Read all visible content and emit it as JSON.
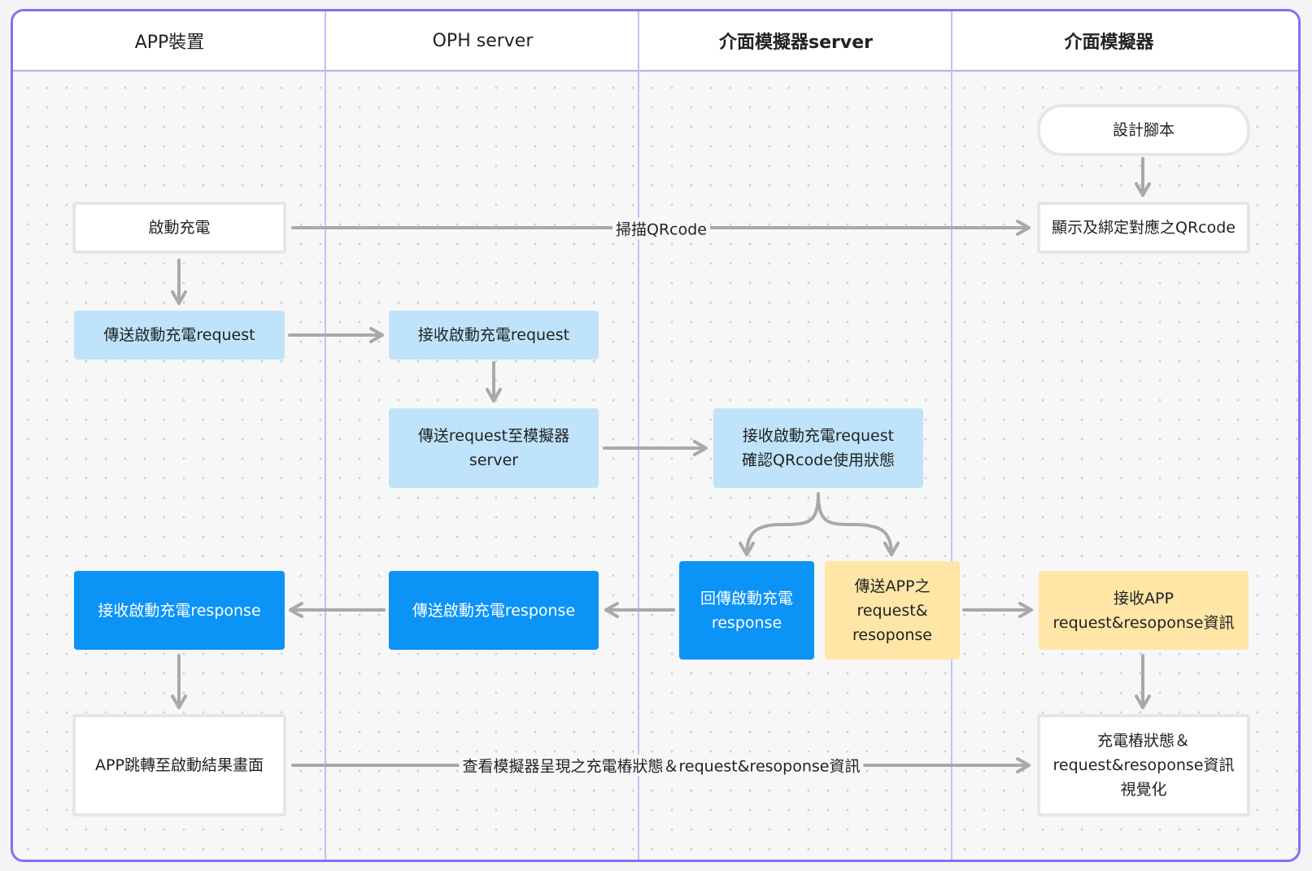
{
  "lanes": [
    {
      "label": "APP裝置"
    },
    {
      "label": "OPH server"
    },
    {
      "label": "介面模擬器server"
    },
    {
      "label": "介面模擬器"
    }
  ],
  "nodes": {
    "design_script": "設計腳本",
    "show_qrcode": "顯示及綁定對應之QRcode",
    "start_charge": "啟動充電",
    "send_start_req": "傳送啟動充電request",
    "recv_start_req": "接收啟動充電request",
    "send_req_to_sim": [
      "傳送request至模擬器",
      "server"
    ],
    "recv_req_check": [
      "接收啟動充電request",
      "確認QRcode使用狀態"
    ],
    "return_resp": [
      "回傳啟動充電",
      "response"
    ],
    "send_app_req_resp": [
      "傳送APP之",
      "request&",
      "resoponse"
    ],
    "recv_app_info": [
      "接收APP",
      "request&resoponse資訊"
    ],
    "send_resp": "傳送啟動充電response",
    "recv_resp": "接收啟動充電response",
    "app_redirect": "APP跳轉至啟動結果畫面",
    "visualize": [
      "充電樁狀態＆",
      "request&resoponse資訊",
      "視覺化"
    ]
  },
  "edge_labels": {
    "scan": "掃描QRcode",
    "view": "查看模擬器呈現之充電樁狀態＆request&resoponse資訊"
  },
  "colors": {
    "frame": "#8b6cf0",
    "light_blue": "#bfe3fb",
    "blue": "#0b93f6",
    "yellow": "#ffe6a6",
    "arrow": "#a9a9a9"
  }
}
